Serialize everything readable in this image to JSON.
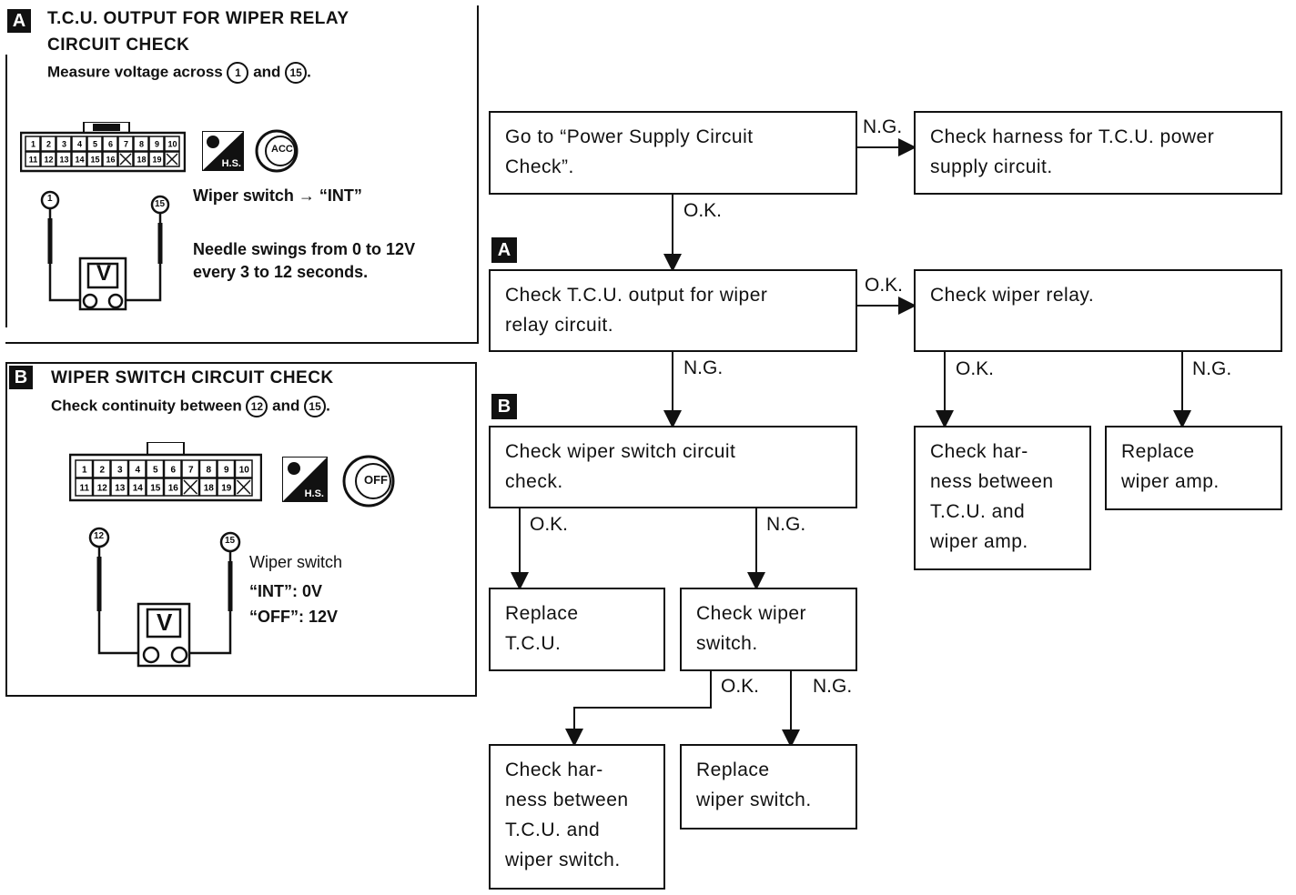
{
  "panel_a": {
    "tag": "A",
    "title_line1": "T.C.U. OUTPUT FOR WIPER RELAY",
    "title_line2": "CIRCUIT  CHECK",
    "measure_prefix": "Measure voltage across ",
    "pin1": "1",
    "and": " and ",
    "pin2": "15",
    "suffix": ".",
    "switch_text": "Wiper switch → “INT”",
    "needle_line1": "Needle swings from 0 to 12V",
    "needle_line2": "every 3 to 12 seconds.",
    "probe_left": "1",
    "probe_right": "15",
    "meter": "V",
    "key_label": "ACC",
    "hs_label": "H.S."
  },
  "panel_b": {
    "tag": "B",
    "title": "WIPER SWITCH CIRCUIT CHECK",
    "check_prefix": "Check continuity between ",
    "pin1": "12",
    "and": " and ",
    "pin2": "15",
    "suffix": ".",
    "probe_left": "12",
    "probe_right": "15",
    "meter": "V",
    "key_label": "OFF",
    "hs_label": "H.S.",
    "switch_label": "Wiper switch",
    "int_value": "“INT”:   0V",
    "off_value": "“OFF”: 12V"
  },
  "connector_pins": {
    "top": [
      "1",
      "2",
      "3",
      "4",
      "5",
      "6",
      "7",
      "8",
      "9",
      "10"
    ],
    "bottom": [
      "11",
      "12",
      "13",
      "14",
      "15",
      "16",
      "",
      "18",
      "19",
      ""
    ]
  },
  "flow": {
    "power_supply": "Go to “Power Supply Circuit\nCheck”.",
    "harness_power": "Check harness for T.C.U. power\nsupply circuit.",
    "tcu_output": "Check T.C.U. output for wiper\nrelay circuit.",
    "wiper_relay": "Check wiper relay.",
    "wiper_switch_circuit": "Check wiper switch circuit\ncheck.",
    "harness_amp": "Check har-\nness between\nT.C.U. and\nwiper amp.",
    "replace_amp": "Replace\nwiper amp.",
    "replace_tcu": "Replace\nT.C.U.",
    "check_switch": "Check wiper\nswitch.",
    "harness_switch": "Check har-\nness between\nT.C.U. and\nwiper switch.",
    "replace_switch": "Replace\nwiper switch.",
    "tag_a": "A",
    "tag_b": "B"
  },
  "labels": {
    "ng1": "N.G.",
    "ok1": "O.K.",
    "ok2": "O.K.",
    "ng2": "N.G.",
    "ok3": "O.K.",
    "ng3": "N.G.",
    "ok4": "O.K.",
    "ng4": "N.G.",
    "ok5": "O.K.",
    "ng5": "N.G."
  }
}
